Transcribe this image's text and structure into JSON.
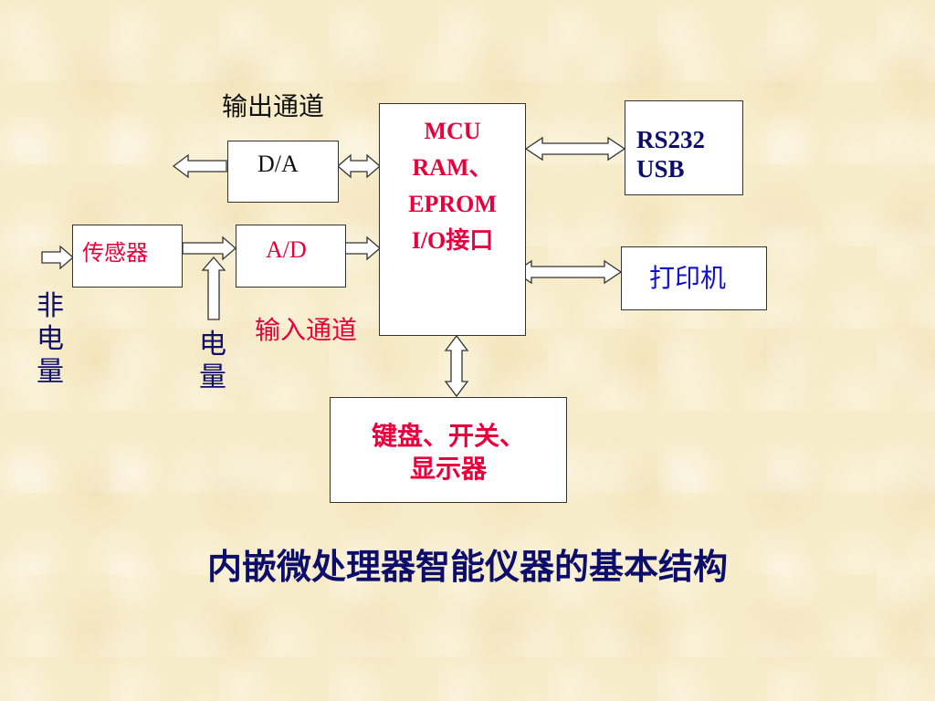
{
  "labels": {
    "output_channel": "输出通道",
    "input_channel": "输入通道",
    "da": "D/A",
    "ad": "A/D",
    "sensor": "传感器",
    "mcu_lines": [
      "MCU",
      "RAM、",
      "EPROM",
      "I/O接口"
    ],
    "comm_lines": [
      "RS232",
      "USB"
    ],
    "printer": "打印机",
    "keyboard_lines": [
      "键盘、开关、",
      "显示器"
    ],
    "non_electric": [
      "非",
      "电",
      "量"
    ],
    "electric": [
      "电",
      "量"
    ]
  },
  "title": "内嵌微处理器智能仪器的基本结构"
}
